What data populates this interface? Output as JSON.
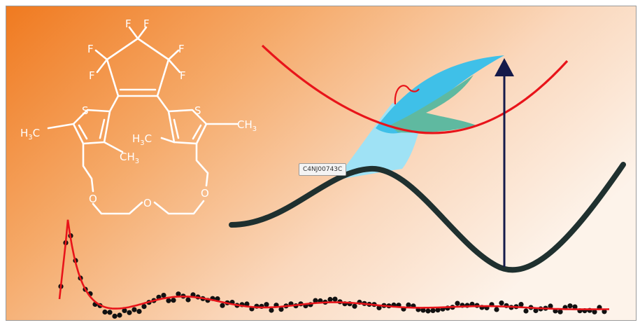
{
  "molecule": {
    "atoms": {
      "fluorine": "F",
      "sulfur": "S",
      "oxygen": "O",
      "methyl_h": "H",
      "methyl_sub": "3",
      "methyl_c": "C",
      "methyl_ch": "CH"
    }
  },
  "tag_label": "C4NJ00743C",
  "colors": {
    "background_light": "#fdf3ea",
    "background_orange": "#f07a20",
    "potential_red": "#e8141a",
    "potential_dark": "#1f302f",
    "arrow_navy": "#141a4a",
    "packet_blue": "#3fc0e8",
    "packet_lightblue": "#9fe2f5",
    "packet_teal": "#5fb9a0",
    "fit_red": "#e8141a",
    "dots": "#111111"
  },
  "icons": [
    "molecule-structure-icon",
    "upward-arrow-icon"
  ]
}
